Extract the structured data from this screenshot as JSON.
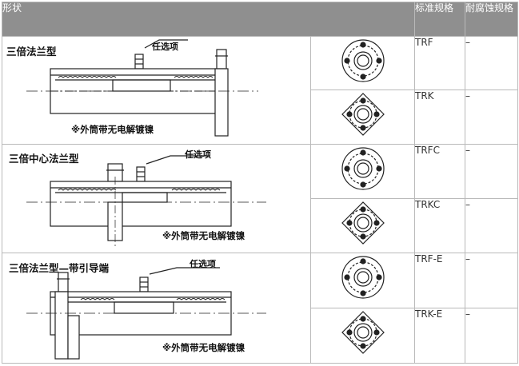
{
  "header": {
    "shape": "形状",
    "standard": "标准规格",
    "corrosion": "耐腐蚀规格"
  },
  "option_label": "任选项",
  "plating_note": "※外筒带无电解镀镍",
  "groups": [
    {
      "name": "三倍法兰型",
      "rows": [
        {
          "standard": "TRF",
          "corrosion": "–",
          "flange": "round"
        },
        {
          "standard": "TRK",
          "corrosion": "–",
          "flange": "square"
        }
      ]
    },
    {
      "name": "三倍中心法兰型",
      "rows": [
        {
          "standard": "TRFC",
          "corrosion": "–",
          "flange": "round"
        },
        {
          "standard": "TRKC",
          "corrosion": "–",
          "flange": "square"
        }
      ]
    },
    {
      "name": "三倍法兰型—带引导端",
      "rows": [
        {
          "standard": "TRF-E",
          "corrosion": "–",
          "flange": "round"
        },
        {
          "standard": "TRK-E",
          "corrosion": "–",
          "flange": "square"
        }
      ]
    }
  ],
  "colors": {
    "header_bg": "#8f8f8f",
    "header_text": "#ffffff",
    "border": "#b9b9b9",
    "line": "#222222"
  }
}
